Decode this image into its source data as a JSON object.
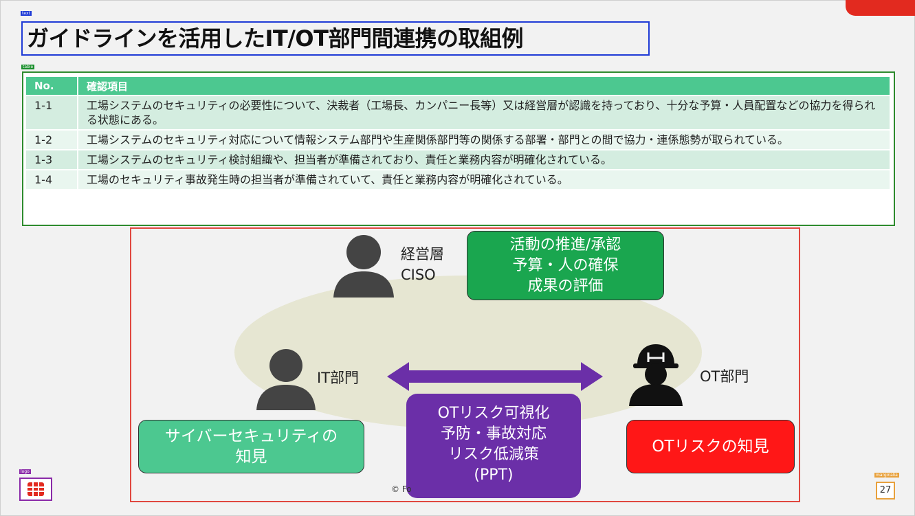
{
  "title": "ガイドラインを活用したIT/OT部門間連携の取組例",
  "table": {
    "headers": [
      "No.",
      "確認項目"
    ],
    "rows": [
      {
        "no": "1-1",
        "text": "工場システムのセキュリティの必要性について、決裁者（工場長、カンパニー長等）又は経営層が認識を持っており、十分な予算・人員配置などの協力を得られる状態にある。"
      },
      {
        "no": "1-2",
        "text": "工場システムのセキュリティ対応について情報システム部門や生産関係部門等の関係する部署・部門との間で協力・連係態勢が取られている。"
      },
      {
        "no": "1-3",
        "text": "工場システムのセキュリティ検討組織や、担当者が準備されており、責任と業務内容が明確化されている。"
      },
      {
        "no": "1-4",
        "text": "工場のセキュリティ事故発生時の担当者が準備されていて、責任と業務内容が明確化されている。"
      }
    ]
  },
  "figure": {
    "exec": {
      "line1": "経営層",
      "line2": "CISO"
    },
    "exec_box": [
      "活動の推進/承認",
      "予算・人の確保",
      "成果の評価"
    ],
    "it_label": "IT部門",
    "ot_label": "OT部門",
    "it_box": [
      "サイバーセキュリティの",
      "知見"
    ],
    "ot_box": "OTリスクの知見",
    "center_box": [
      "OTリスク可視化",
      "予防・事故対応",
      "リスク低減策",
      "(PPT)"
    ],
    "copyright": "© Fo",
    "colors": {
      "exec_box": "#1aa64f",
      "it_box": "#4cc890",
      "ot_box": "#ff1717",
      "center_box": "#6b2fa8",
      "arrow": "#6b2fa8"
    }
  },
  "tags": {
    "text": "text",
    "table": "table",
    "figure": "figure",
    "logo": "logo",
    "margin": "marginalia"
  },
  "page_number": "27"
}
